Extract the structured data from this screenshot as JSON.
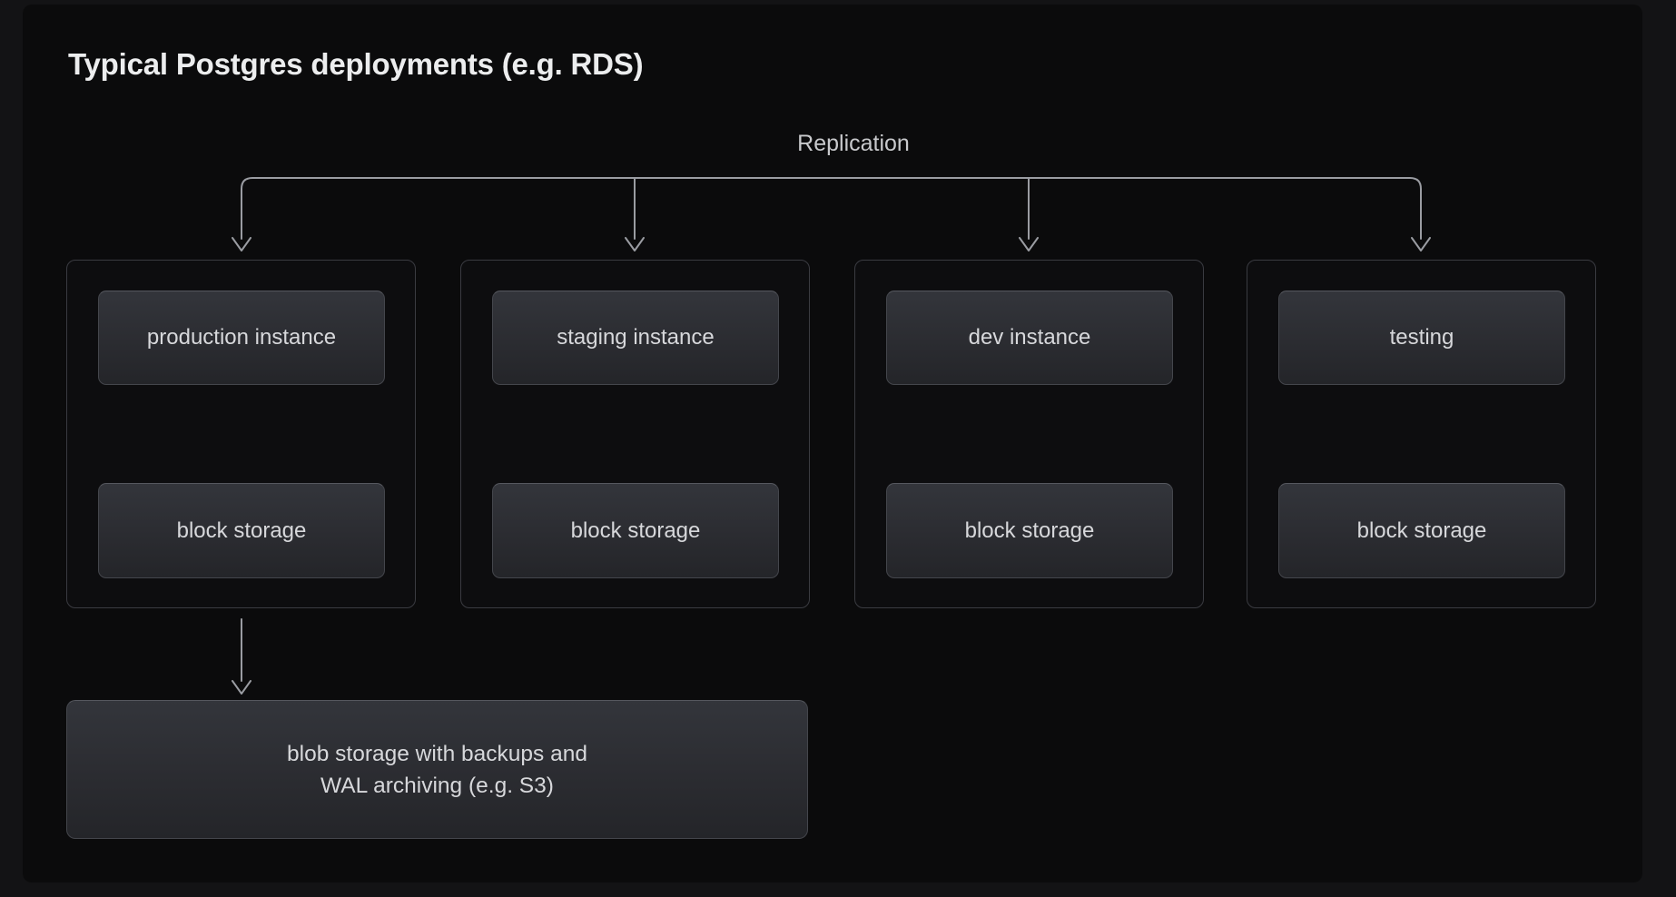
{
  "title": "Typical Postgres deployments (e.g. RDS)",
  "replication": {
    "label": "Replication"
  },
  "columns": [
    {
      "name": "production",
      "instance_label": "production instance",
      "storage_label": "block storage"
    },
    {
      "name": "staging",
      "instance_label": "staging instance",
      "storage_label": "block storage"
    },
    {
      "name": "dev",
      "instance_label": "dev instance",
      "storage_label": "block storage"
    },
    {
      "name": "testing",
      "instance_label": "testing",
      "storage_label": "block storage"
    }
  ],
  "blob_storage": {
    "line1": "blob storage with backups and",
    "line2": "WAL archiving (e.g. S3)"
  },
  "colors": {
    "frame_background": "#131315",
    "canvas_background": "#0B0B0C",
    "outer_box_border": "#3A3B41",
    "node_fill_top": "#33353B",
    "node_fill_bottom": "#242529",
    "node_text": "#D7D8DB",
    "title_text": "#ECEDEE",
    "replication_text": "#C8C9CC",
    "arrow": "#9A9CA2"
  }
}
